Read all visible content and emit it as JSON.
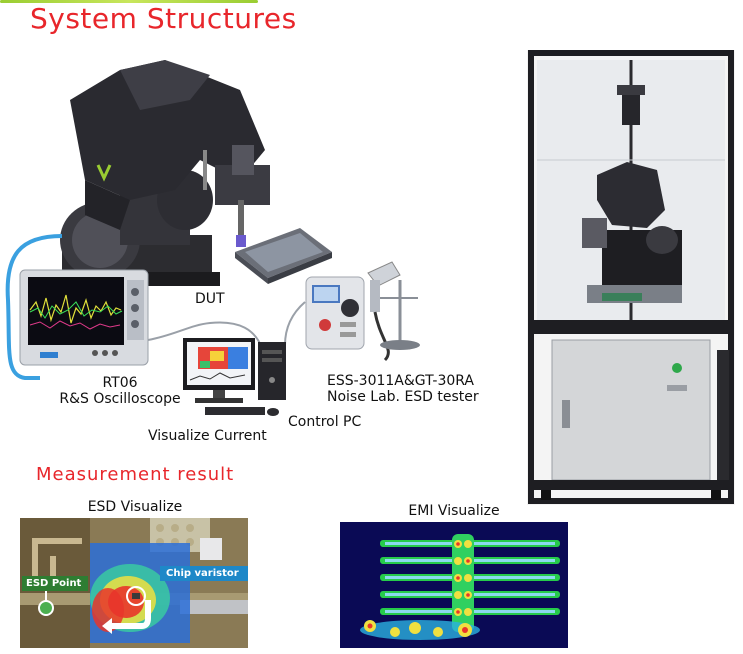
{
  "title": "System Structures",
  "labels": {
    "dut": "DUT",
    "oscilloscope_model": "RT06",
    "oscilloscope_name": "R&S Oscilloscope",
    "esd_tester_model": "ESS-3011A&GT-30RA",
    "esd_tester_name": "Noise Lab. ESD tester",
    "control_pc": "Control PC",
    "visualize_current": "Visualize Current"
  },
  "measurement": {
    "heading": "Measurement  result",
    "esd": {
      "title": "ESD  Visualize",
      "point_label": "ESD Point",
      "varistor_label": "Chip varistor"
    },
    "emi": {
      "title": "EMI  Visualize"
    }
  },
  "colors": {
    "accent_red": "#e8262b",
    "cable_blue": "#3aa0e0",
    "underline_green": "#9acd32"
  }
}
